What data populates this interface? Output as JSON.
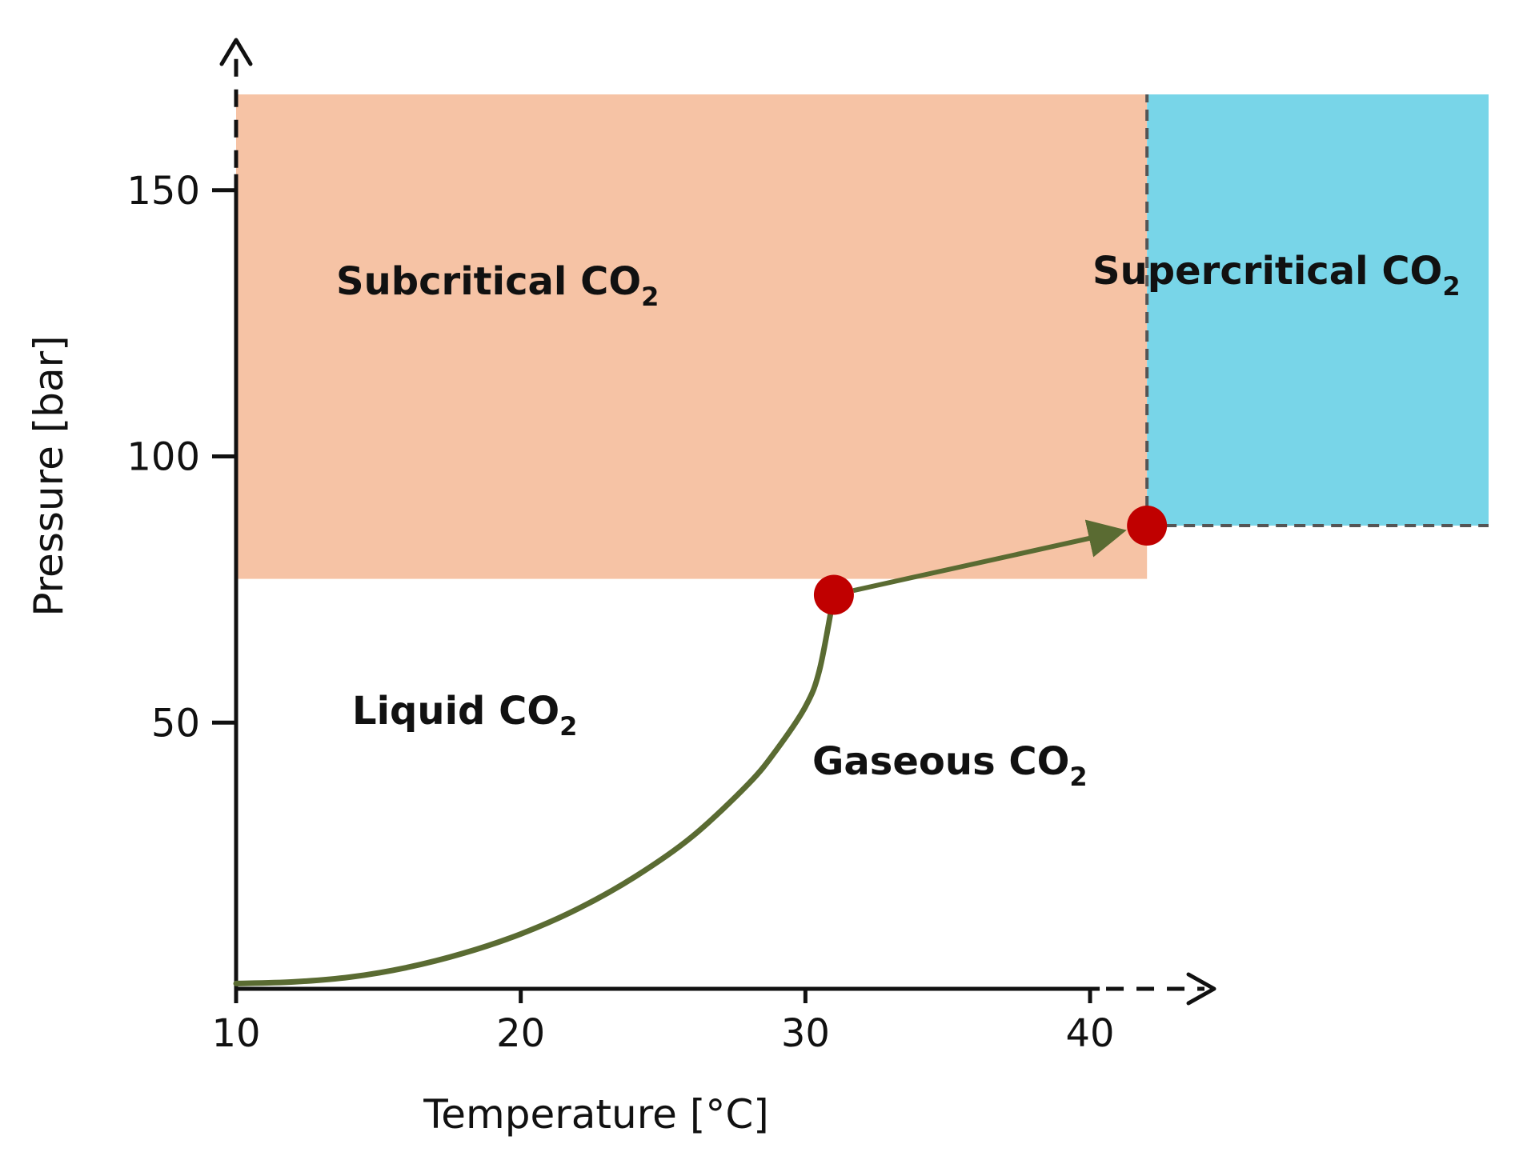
{
  "chart_data": {
    "type": "line",
    "title": "",
    "xlabel": "Temperature [°C]",
    "ylabel": "Pressure [bar]",
    "xlim": [
      10,
      54
    ],
    "ylim": [
      0,
      168
    ],
    "x_ticks": [
      "10",
      "20",
      "30",
      "40"
    ],
    "y_ticks": [
      "50",
      "100",
      "150"
    ],
    "grid": false,
    "axis_arrows": true,
    "colors": {
      "subcritical_region": "#f6c3a5",
      "supercritical_region": "#78d5e8",
      "curve": "#5a6b32",
      "points": "#c00000",
      "dashed_boundary": "#555555"
    },
    "regions": [
      {
        "label": "Subcritical CO",
        "subscript": "2",
        "x_range": [
          10,
          42
        ],
        "y_range": [
          77,
          168
        ]
      },
      {
        "label": "Supercritical CO",
        "subscript": "2",
        "x_range": [
          42,
          54
        ],
        "y_range": [
          87,
          168
        ]
      },
      {
        "label": "Liquid CO",
        "subscript": "2"
      },
      {
        "label": "Gaseous CO",
        "subscript": "2"
      }
    ],
    "series": [
      {
        "x": [
          10,
          12,
          14,
          16,
          18,
          20,
          22,
          24,
          26,
          28,
          29,
          30,
          30.5,
          31
        ],
        "y": [
          1,
          1.3,
          2.2,
          4,
          6.7,
          10.3,
          15,
          21,
          28.5,
          38.5,
          45,
          53,
          60,
          74
        ]
      }
    ],
    "points": [
      {
        "x": 31,
        "y": 74
      },
      {
        "x": 42,
        "y": 87
      }
    ],
    "arrow": {
      "from": [
        31,
        74
      ],
      "to": [
        42,
        87
      ]
    },
    "dashed_lines": [
      {
        "from": [
          42,
          87
        ],
        "to": [
          42,
          168
        ]
      },
      {
        "from": [
          42,
          87
        ],
        "to": [
          54,
          87
        ]
      }
    ]
  }
}
